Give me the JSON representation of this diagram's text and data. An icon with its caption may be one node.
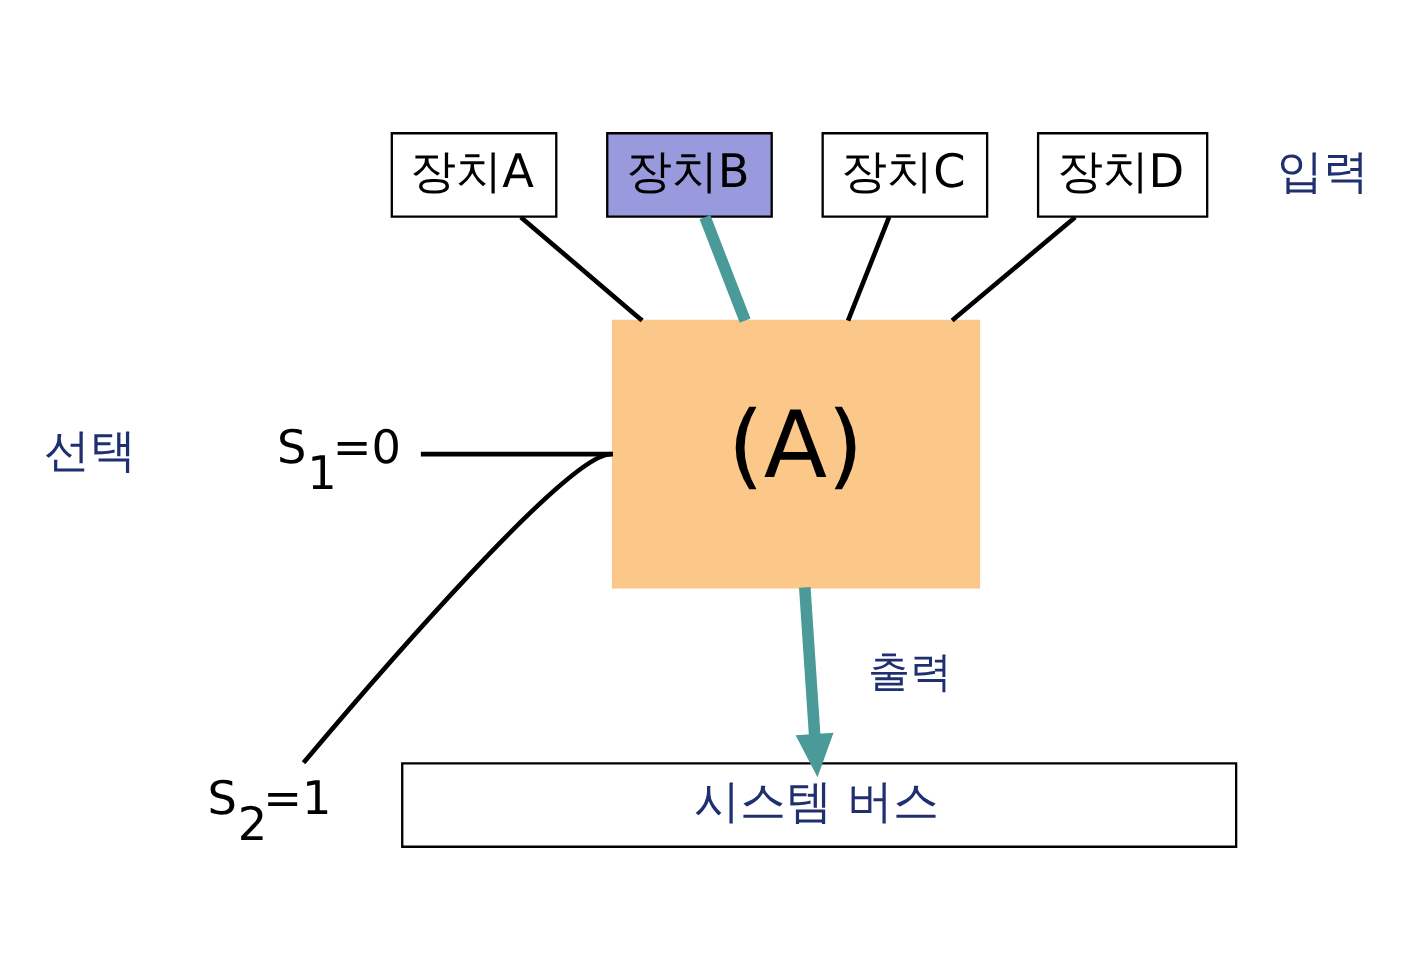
{
  "diagram": {
    "nodes": [
      {
        "text": [
          "장치A"
        ]
      },
      {
        "text": [
          "장치B"
        ]
      },
      {
        "text": [
          "장치C"
        ]
      },
      {
        "text": [
          "장치D"
        ]
      },
      {
        "text": [
          "(A)"
        ]
      },
      {
        "text": [
          "S$_{1}$=0"
        ]
      },
      {
        "text": [
          "S$_{2}$=1"
        ]
      },
      {
        "text": [
          "시스템 버스"
        ]
      }
    ],
    "edges": [
      {
        "from": 0,
        "to": 4,
        "arrow": "none"
      },
      {
        "from": 1,
        "to": 4,
        "arrow": "none",
        "style": "thick",
        "color": "#4a9a9a"
      },
      {
        "from": 2,
        "to": 4,
        "arrow": "none"
      },
      {
        "from": 3,
        "to": 4,
        "arrow": "none"
      },
      {
        "from": 5,
        "to": 4,
        "arrow": "none"
      },
      {
        "from": 6,
        "to": 4,
        "arrow": "none"
      },
      {
        "from": 4,
        "to": 7,
        "arrow": "to",
        "label": "출력",
        "style": "thick",
        "color": "#4a9a9a"
      }
    ],
    "labels": [
      "입력",
      "선택"
    ]
  }
}
